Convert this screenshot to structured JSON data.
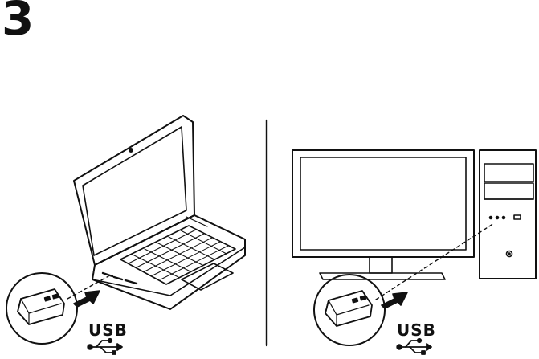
{
  "step_number": "3",
  "left_panel": {
    "connector_label": "USB",
    "connector_icon": "usb-icon"
  },
  "right_panel": {
    "connector_label": "USB",
    "connector_icon": "usb-icon"
  }
}
